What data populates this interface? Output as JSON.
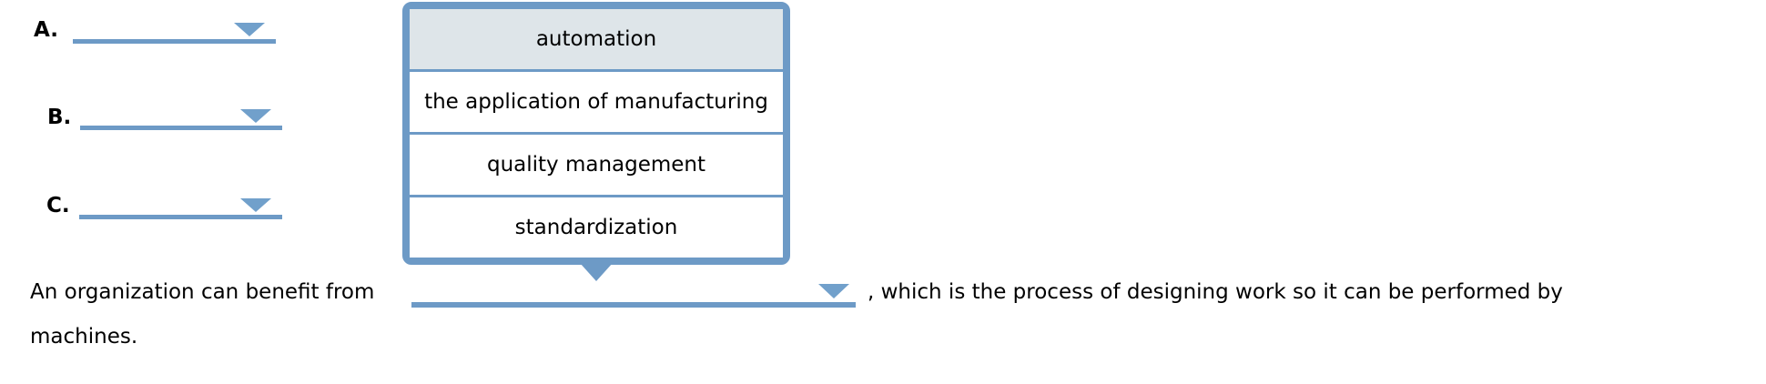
{
  "colors": {
    "accent": "#6d9ac6",
    "accent-light": "#71a0cb",
    "menu-highlight-bg": "#dee5e9",
    "text": "#000000",
    "background": "#ffffff"
  },
  "options": [
    {
      "label": "A."
    },
    {
      "label": "B."
    },
    {
      "label": "C."
    }
  ],
  "dropdown_menu": {
    "items": [
      {
        "label": "automation",
        "highlighted": true
      },
      {
        "label": "the application of manufacturing",
        "highlighted": false
      },
      {
        "label": "quality management",
        "highlighted": false
      },
      {
        "label": "standardization",
        "highlighted": false
      }
    ]
  },
  "sentence": {
    "before_blank": "An organization can benefit from",
    "after_blank": ", which is the process of designing work so it can be performed by",
    "continuation": "machines."
  }
}
